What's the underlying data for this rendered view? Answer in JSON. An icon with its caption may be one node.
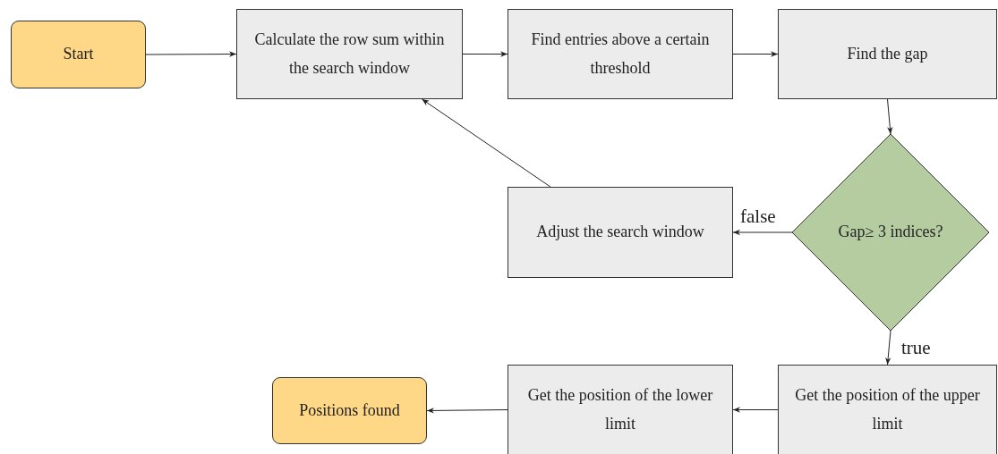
{
  "diagram": {
    "nodes": [
      {
        "text": [
          "Start"
        ]
      },
      {
        "text": [
          "Calculate the row sum within the search window"
        ]
      },
      {
        "text": [
          "Find entries above a certain threshold"
        ]
      },
      {
        "text": [
          "Find the gap"
        ]
      },
      {
        "text": [
          "Gap≥ 3 indices?"
        ]
      },
      {
        "text": [
          "Adjust the search window"
        ]
      },
      {
        "text": [
          "Get the position of the upper limit"
        ]
      },
      {
        "text": [
          "Get the position of the lower limit"
        ]
      },
      {
        "text": [
          "Positions found"
        ]
      }
    ],
    "edges": [
      {
        "from": 0,
        "to": 1,
        "arrow": "to"
      },
      {
        "from": 1,
        "to": 2,
        "arrow": "to"
      },
      {
        "from": 2,
        "to": 3,
        "arrow": "to"
      },
      {
        "from": 3,
        "to": 4,
        "arrow": "to"
      },
      {
        "from": 4,
        "to": 5,
        "arrow": "to",
        "label": "false"
      },
      {
        "from": 5,
        "to": 1,
        "arrow": "to"
      },
      {
        "from": 4,
        "to": 6,
        "arrow": "to",
        "label": "true"
      },
      {
        "from": 6,
        "to": 7,
        "arrow": "to"
      },
      {
        "from": 7,
        "to": 8,
        "arrow": "to"
      }
    ]
  }
}
